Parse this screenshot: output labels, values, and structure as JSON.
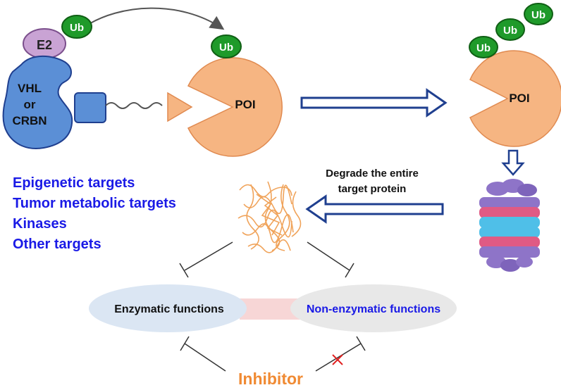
{
  "ligase": {
    "e2": "E2",
    "ligase_lines": [
      "VHL",
      "or",
      "CRBN"
    ]
  },
  "ub": "Ub",
  "poi": "POI",
  "degrade_text": [
    "Degrade the entire",
    "target protein"
  ],
  "targets": [
    "Epigenetic targets",
    "Tumor metabolic targets",
    "Kinases",
    "Other targets"
  ],
  "functions": {
    "enzymatic": "Enzymatic functions",
    "non_enzymatic": "Non-enzymatic functions"
  },
  "inhibitor": "Inhibitor",
  "colors": {
    "ligase_fill": "#5b8fd6",
    "e2_fill": "#c9a3d4",
    "ub_fill": "#1f9a2a",
    "poi_fill": "#f6b582",
    "arrow_outline": "#1f3f8f",
    "target_text": "#1a1ae6",
    "inhibitor_text": "#f08a33",
    "function_ellipse": "#dbe6f3",
    "x_mark": "#e02020"
  }
}
